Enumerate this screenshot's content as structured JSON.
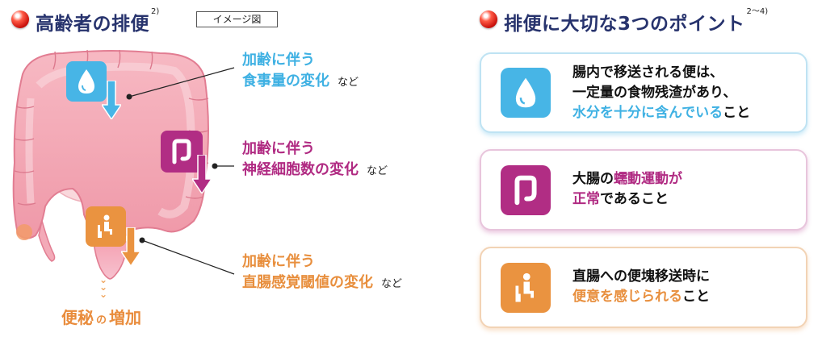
{
  "left_section": {
    "title": "高齢者の排便",
    "ref": "2)",
    "image_tag": "イメージ図"
  },
  "right_section": {
    "title": "排便に大切な3つのポイント",
    "ref": "2〜4)"
  },
  "factors": [
    {
      "line1": "加齢に伴う",
      "line2": "食事量の変化",
      "suffix": "など",
      "icon": "water-drop-icon",
      "color": "#3fb1e3"
    },
    {
      "line1": "加齢に伴う",
      "line2": "神経細胞数の変化",
      "suffix": "など",
      "icon": "intestine-icon",
      "color": "#b02a82"
    },
    {
      "line1": "加齢に伴う",
      "line2": "直腸感覚閾値の変化",
      "suffix": "など",
      "icon": "toilet-person-icon",
      "color": "#e88f3e"
    }
  ],
  "result": {
    "part1": "便秘",
    "connector": "の",
    "part2": "増加"
  },
  "points": [
    {
      "line1": "腸内で移送される便は、",
      "line2": "一定量の食物残渣があり、",
      "line3_highlight": "水分を十分に含んでいる",
      "line3_rest": "こと",
      "icon": "water-drop-icon",
      "color": "#3fb1e3"
    },
    {
      "line1_pre": "大腸の",
      "line1_highlight": "蠕動運動が",
      "line2_highlight": "正常",
      "line2_rest": "であること",
      "icon": "intestine-icon",
      "color": "#b02a82"
    },
    {
      "line1": "直腸への便塊移送時に",
      "line2_highlight": "便意を感じられる",
      "line2_rest": "こと",
      "icon": "toilet-person-icon",
      "color": "#e88f3e"
    }
  ]
}
